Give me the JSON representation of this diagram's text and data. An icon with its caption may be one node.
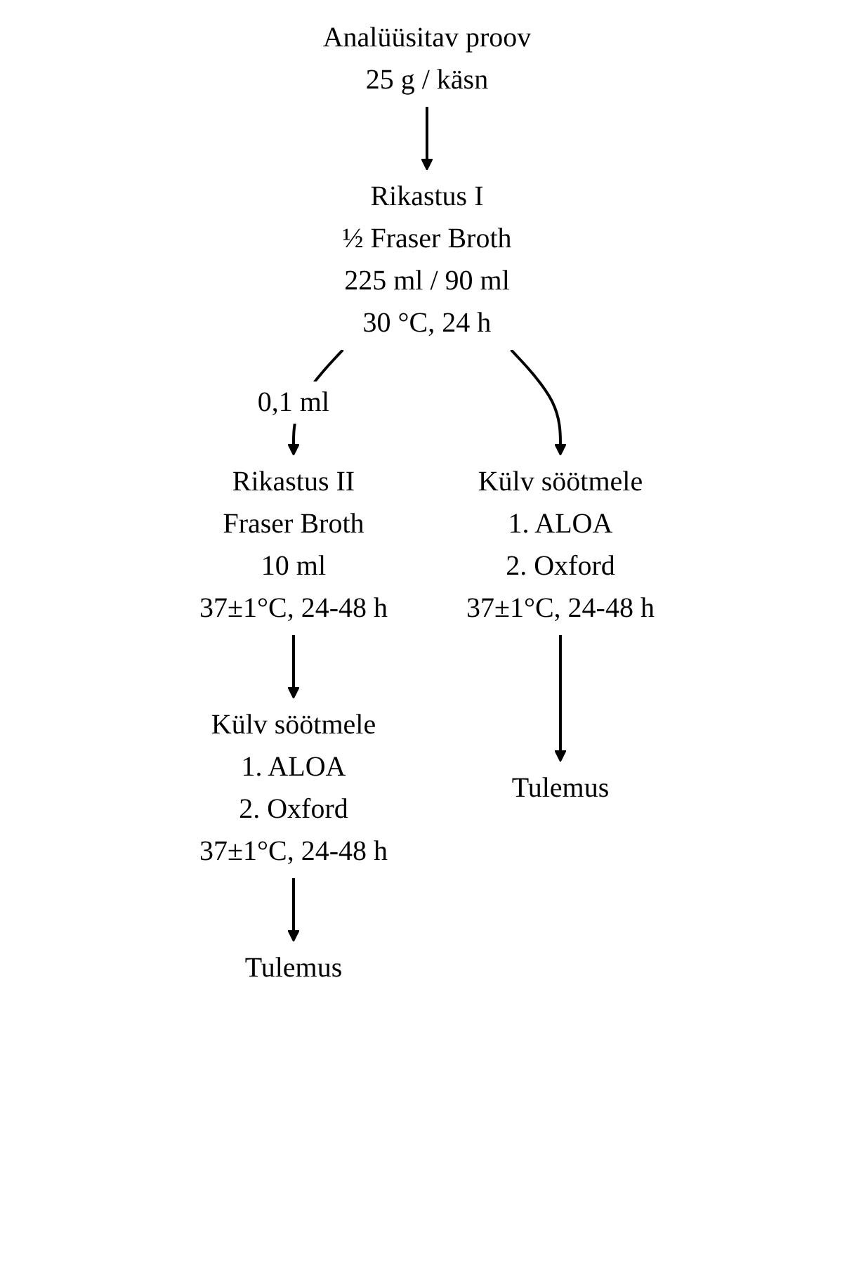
{
  "diagram": {
    "nodes": [
      {
        "text": [
          "Analüüsitav proov",
          "25 g / käsn"
        ]
      },
      {
        "text": [
          "Rikastus I",
          "½ Fraser Broth",
          "225 ml / 90 ml",
          "30 °C, 24 h"
        ]
      },
      {
        "text": [
          "Külv söötmele",
          "1. ALOA",
          "2. Oxford",
          "37±1°C, 24-48 h"
        ]
      },
      {
        "text": [
          "Rikastus II",
          "Fraser Broth",
          "10 ml",
          "37±1°C, 24-48 h"
        ]
      },
      {
        "text": [
          "Külv söötmele",
          "1. ALOA",
          "2. Oxford",
          "37±1°C, 24-48 h"
        ]
      },
      {
        "text": [
          "Tulemus"
        ]
      },
      {
        "text": [
          "Tulemus"
        ]
      }
    ],
    "edges": [
      {
        "from": 0,
        "to": 1,
        "arrow": "to"
      },
      {
        "from": 1,
        "to": 2,
        "arrow": "to"
      },
      {
        "from": 1,
        "to": 3,
        "arrow": "to",
        "label": "0,1 ml"
      },
      {
        "from": 2,
        "to": 5,
        "arrow": "to"
      },
      {
        "from": 3,
        "to": 4,
        "arrow": "to"
      },
      {
        "from": 4,
        "to": 6,
        "arrow": "to"
      }
    ]
  }
}
